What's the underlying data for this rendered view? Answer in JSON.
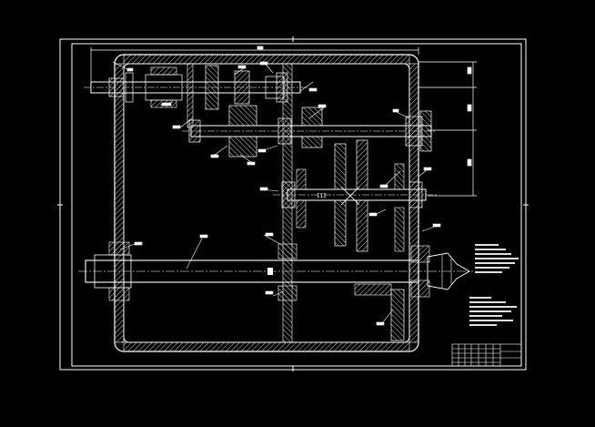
{
  "drawing": {
    "background": "#000000",
    "line_color": "#ffffff",
    "hatch_color": "#c8c8c8",
    "leader_color": "#ffffff",
    "note_color": "#e0e0e0"
  },
  "title_block": {
    "rows": 5,
    "cols": 8
  },
  "labels": {
    "shaft_center_mark": "III"
  }
}
